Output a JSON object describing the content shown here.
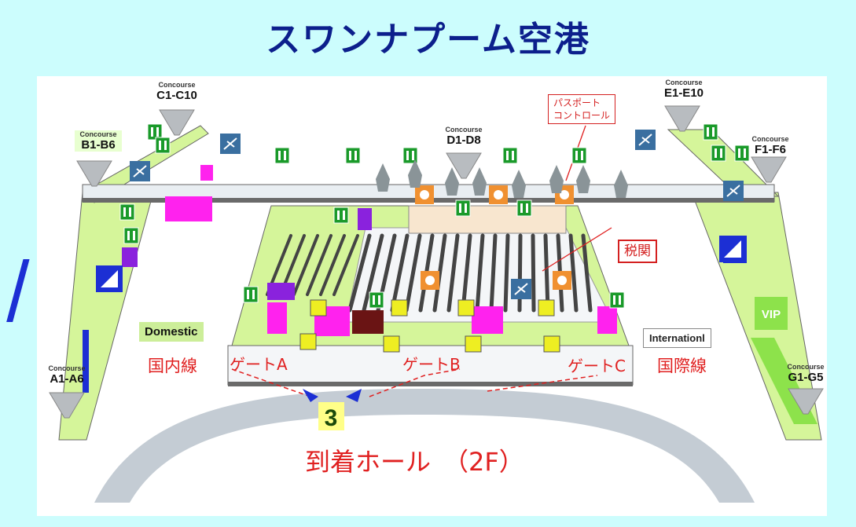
{
  "title": "スワンナプーム空港",
  "concourses": [
    {
      "id": "c",
      "small": "Concourse",
      "big": "C1-C10"
    },
    {
      "id": "b",
      "small": "Concourse",
      "big": "B1-B6"
    },
    {
      "id": "d",
      "small": "Concourse",
      "big": "D1-D8"
    },
    {
      "id": "e",
      "small": "Concourse",
      "big": "E1-E10"
    },
    {
      "id": "f",
      "small": "Concourse",
      "big": "F1-F6"
    },
    {
      "id": "a",
      "small": "Concourse",
      "big": "A1-A6"
    },
    {
      "id": "g",
      "small": "Concourse",
      "big": "G1-G5"
    }
  ],
  "passport_control": "パスポート\nコントロール",
  "customs": "税関",
  "domestic": {
    "en": "Domestic",
    "jp": "国内線"
  },
  "international": {
    "en": "Internationl",
    "jp": "国際線"
  },
  "vip": "VIP",
  "gates": [
    "ゲートA",
    "ゲートB",
    "ゲートC"
  ],
  "gate_number": "3",
  "arrival_hall": "到着ホール　（2F）",
  "colors": {
    "title": "#0c1f8c",
    "background": "#ccfdfd",
    "floor": "#d5f59a",
    "accent_red": "#e02020",
    "toilet_green": "#1a9a2a",
    "flight_blue": "#3a6fa0"
  }
}
